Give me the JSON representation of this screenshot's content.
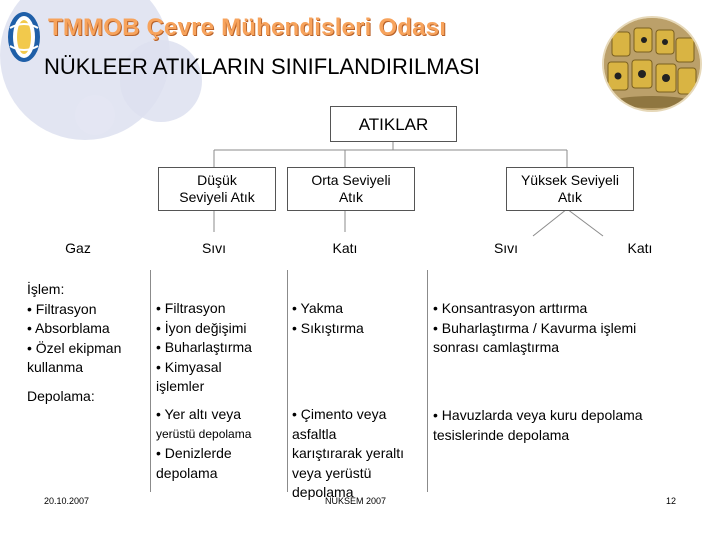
{
  "header": {
    "org_title": "TMMOB Çevre Mühendisleri Odası",
    "main_title": "NÜKLEER ATIKLARIN SINIFLANDIRILMASI"
  },
  "root": {
    "label": "ATIKLAR"
  },
  "levels": [
    {
      "label": "Düşük Seviyeli Atık"
    },
    {
      "label": "Orta Seviyeli Atık"
    },
    {
      "label": "Yüksek Seviyeli Atık"
    }
  ],
  "categories": {
    "gaz": "Gaz",
    "sivi_1": "Sıvı",
    "kati_1": "Katı",
    "sivi_2": "Sıvı",
    "kati_2": "Katı"
  },
  "gaz": {
    "islem_heading": "İşlem:",
    "islem_items": [
      "• Filtrasyon",
      "• Absorblama",
      "• Özel ekipman",
      "kullanma"
    ],
    "depolama_heading": "Depolama:"
  },
  "sivi": {
    "islem_items": [
      "• Filtrasyon",
      "• İyon değişimi",
      "• Buharlaştırma",
      "• Kimyasal",
      "işlemler"
    ],
    "depolama_items": [
      "• Yer altı veya",
      "yerüstü depolama",
      "• Denizlerde",
      "depolama"
    ]
  },
  "kati": {
    "islem_items": [
      "• Yakma",
      "• Sıkıştırma"
    ],
    "depolama_items": [
      "• Çimento veya",
      "asfaltla",
      "karıştırarak yeraltı",
      "veya yerüstü",
      "depolama"
    ]
  },
  "yuksek": {
    "islem_items": [
      "• Konsantrasyon arttırma",
      "• Buharlaştırma / Kavurma işlemi",
      "sonrası camlaştırma"
    ],
    "depolama_items": [
      "• Havuzlarda veya kuru depolama",
      "tesislerinde depolama"
    ]
  },
  "footer": {
    "date": "20.10.2007",
    "author": "NÜKSEM 2007",
    "page": "12"
  },
  "colors": {
    "org_title": "#f7a35c",
    "deco_circles": "#d9dcef",
    "lines": "#8b8b8b"
  },
  "icons": {
    "logo": "globe-logo-icon",
    "photo": "radioactive-barrels-photo"
  }
}
